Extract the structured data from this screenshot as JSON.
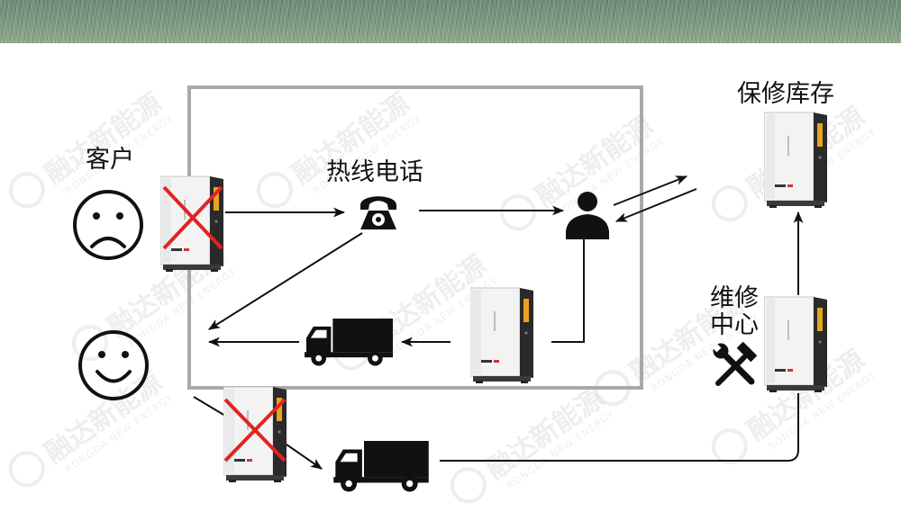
{
  "labels": {
    "customer": "客户",
    "hotline": "热线电话",
    "warranty_stock": "保修库存",
    "repair_center_line1": "维修",
    "repair_center_line2": "中心"
  },
  "watermark": {
    "brand_cn": "融达新能源",
    "brand_en": "RONGDA NEW ENERGY"
  },
  "colors": {
    "cross": "#e02424",
    "frame": "#a9a9a9",
    "ink": "#111111",
    "battery_accent": "#e8a320"
  },
  "icons": {
    "sad_face": "sad-face-icon",
    "happy_face": "happy-face-icon",
    "telephone": "telephone-icon",
    "person": "person-icon",
    "truck": "truck-icon",
    "tools": "tools-icon",
    "battery": "battery-icon"
  }
}
